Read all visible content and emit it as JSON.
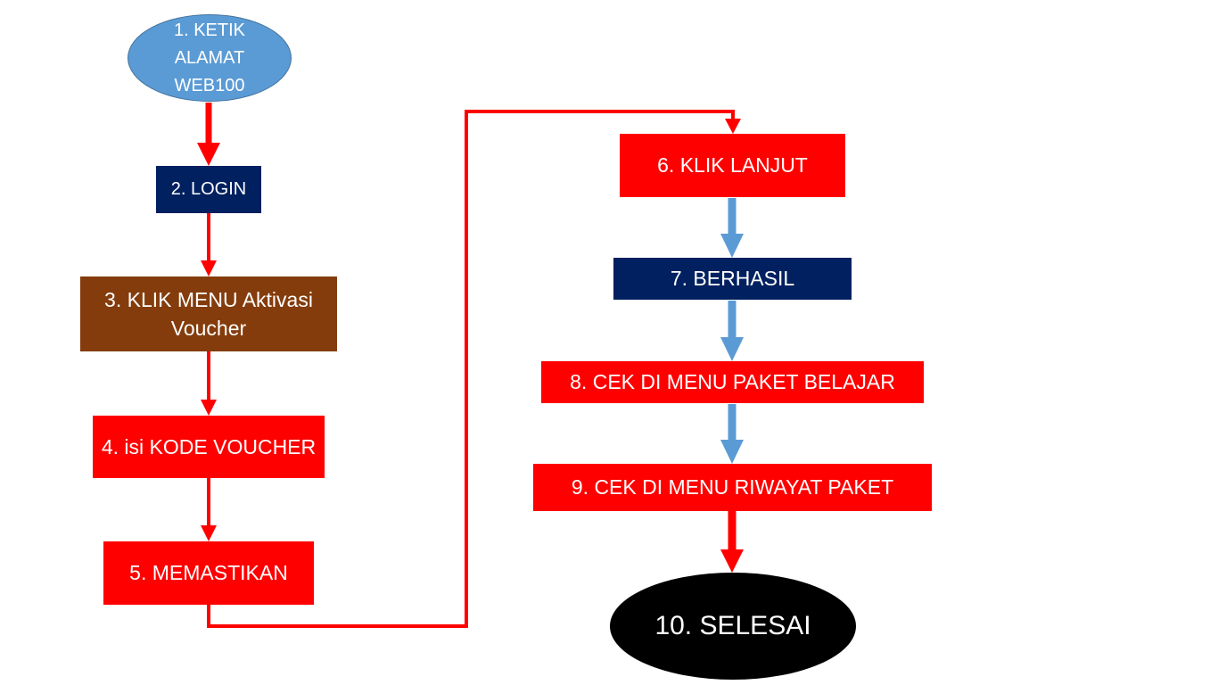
{
  "diagram": {
    "nodes": [
      {
        "id": "n1",
        "shape": "ellipse",
        "lines": [
          "1. KETIK",
          "ALAMAT",
          "WEB100"
        ],
        "fill": "#5b9bd5"
      },
      {
        "id": "n2",
        "shape": "rectangle",
        "lines": [
          "2. LOGIN"
        ],
        "fill": "#002060"
      },
      {
        "id": "n3",
        "shape": "rectangle",
        "lines": [
          "3. KLIK MENU Aktivasi",
          "Voucher"
        ],
        "fill": "#843c0c"
      },
      {
        "id": "n4",
        "shape": "rectangle",
        "lines": [
          "4. isi KODE VOUCHER"
        ],
        "fill": "#ff0000"
      },
      {
        "id": "n5",
        "shape": "rectangle",
        "lines": [
          "5. MEMASTIKAN"
        ],
        "fill": "#ff0000"
      },
      {
        "id": "n6",
        "shape": "rectangle",
        "lines": [
          "6. KLIK LANJUT"
        ],
        "fill": "#ff0000"
      },
      {
        "id": "n7",
        "shape": "rectangle",
        "lines": [
          "7. BERHASIL"
        ],
        "fill": "#002060"
      },
      {
        "id": "n8",
        "shape": "rectangle",
        "lines": [
          "8. CEK DI MENU PAKET BELAJAR"
        ],
        "fill": "#ff0000"
      },
      {
        "id": "n9",
        "shape": "rectangle",
        "lines": [
          "9. CEK DI MENU RIWAYAT PAKET"
        ],
        "fill": "#ff0000"
      },
      {
        "id": "n10",
        "shape": "ellipse",
        "lines": [
          "10. SELESAI"
        ],
        "fill": "#000000"
      }
    ],
    "edges": [
      {
        "from": "n1",
        "to": "n2",
        "color": "#ff0000"
      },
      {
        "from": "n2",
        "to": "n3",
        "color": "#ff0000"
      },
      {
        "from": "n3",
        "to": "n4",
        "color": "#ff0000"
      },
      {
        "from": "n4",
        "to": "n5",
        "color": "#ff0000"
      },
      {
        "from": "n5",
        "to": "n6",
        "color": "#ff0000"
      },
      {
        "from": "n6",
        "to": "n7",
        "color": "#5b9bd5"
      },
      {
        "from": "n7",
        "to": "n8",
        "color": "#5b9bd5"
      },
      {
        "from": "n8",
        "to": "n9",
        "color": "#5b9bd5"
      },
      {
        "from": "n9",
        "to": "n10",
        "color": "#ff0000"
      }
    ]
  }
}
